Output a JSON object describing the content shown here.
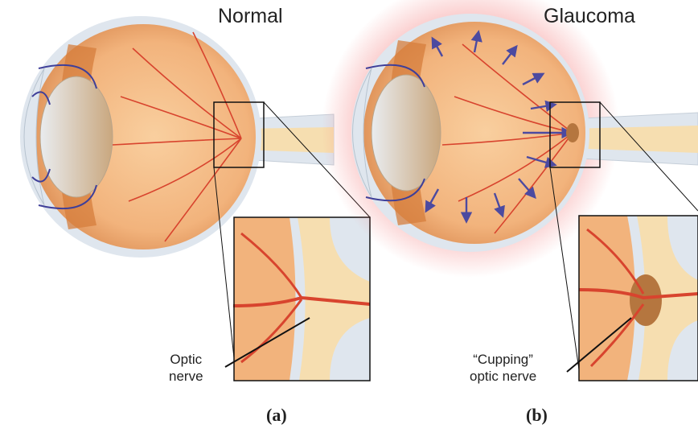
{
  "panels": [
    {
      "title": "Normal",
      "callout_line1": "Optic",
      "callout_line2": "nerve",
      "panel_label": "(a)"
    },
    {
      "title": "Glaucoma",
      "callout_line1": "“Cupping”",
      "callout_line2": "optic nerve",
      "panel_label": "(b)"
    }
  ],
  "colors": {
    "eye_fill": "#f2b37c",
    "vessel": "#d8442e",
    "sclera": "#dfe6ee",
    "glaucoma_glow": "#f26a6a",
    "pressure_arrow": "#4c4aa0"
  }
}
